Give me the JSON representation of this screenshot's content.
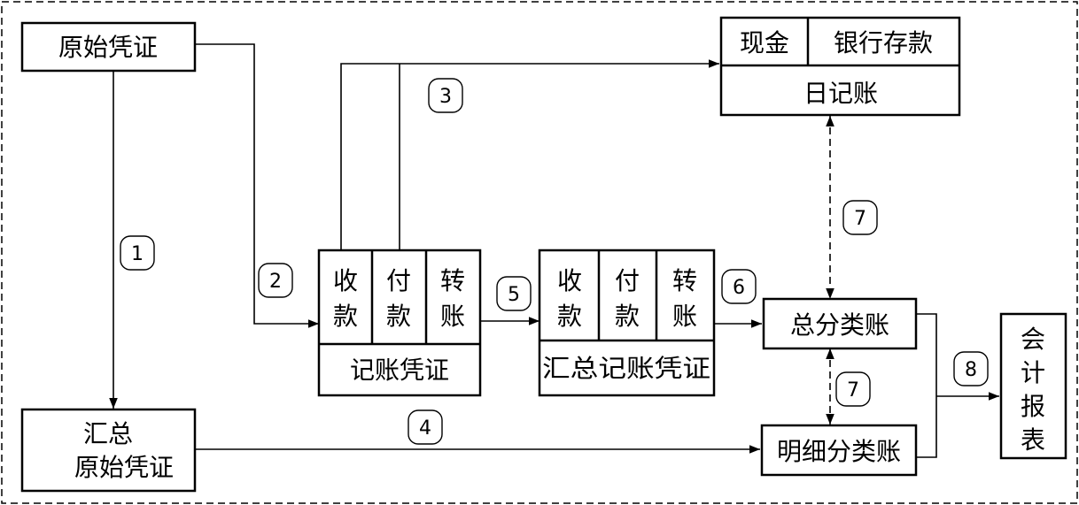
{
  "nodes": {
    "original_voucher": "原始凭证",
    "summary_original_voucher": [
      "汇总",
      "原始凭证"
    ],
    "voucher_cols": [
      [
        "收",
        "款"
      ],
      [
        "付",
        "款"
      ],
      [
        "转",
        "账"
      ]
    ],
    "voucher_title": "记账凭证",
    "summary_voucher_cols": [
      [
        "收",
        "款"
      ],
      [
        "付",
        "款"
      ],
      [
        "转",
        "账"
      ]
    ],
    "summary_voucher_title": "汇总记账凭证",
    "cash": "现金",
    "bank_deposit": "银行存款",
    "journal": "日记账",
    "general_ledger": "总分类账",
    "detail_ledger": "明细分类账",
    "report": [
      "会",
      "计",
      "报",
      "表"
    ]
  },
  "steps": [
    "1",
    "2",
    "3",
    "4",
    "5",
    "6",
    "7",
    "7",
    "8"
  ]
}
